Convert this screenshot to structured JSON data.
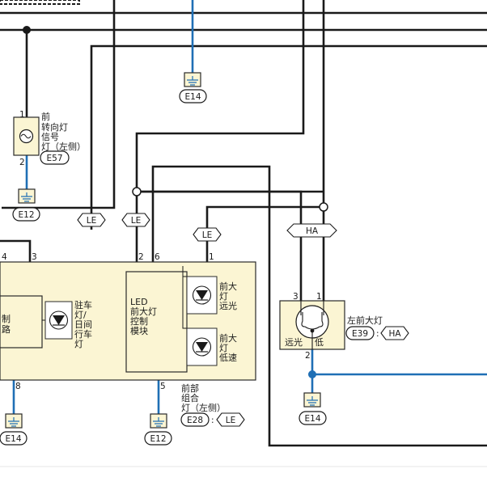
{
  "connectors": {
    "e14_top": "E14",
    "e57": "E57",
    "e12_left": "E12",
    "e14_bottom_left": "E14",
    "e12_bottom": "E12",
    "e28": "E28",
    "e39": "E39",
    "e14_right": "E14"
  },
  "tags": {
    "le1": "LE",
    "le2": "LE",
    "le3": "LE",
    "le_e28": "LE",
    "ha_wire": "HA",
    "ha_e39": "HA"
  },
  "components": {
    "turn_signal": [
      "前",
      "转向灯",
      "信号",
      "灯（左侧）"
    ],
    "parking_lamp": [
      "驻车",
      "灯/",
      "日间",
      "行车",
      "灯"
    ],
    "control_circuit": [
      "制",
      "路"
    ],
    "led_module": [
      "LED",
      "前大灯",
      "控制",
      "模块"
    ],
    "high_beam": [
      "前大",
      "灯",
      "远光"
    ],
    "low_beam": [
      "前大",
      "灯",
      "低速"
    ],
    "front_combo": [
      "前部",
      "组合",
      "灯（左侧）"
    ],
    "left_headlamp": "左前大灯",
    "bulb_high": "远光",
    "bulb_low": "低"
  },
  "pins": {
    "turn_top": "1",
    "turn_bottom": "2",
    "combo_4": "4",
    "combo_3": "3",
    "combo_2": "2",
    "combo_6": "6",
    "combo_1": "1",
    "combo_8": "8",
    "combo_5": "5",
    "headlamp_3": "3",
    "headlamp_1": "1",
    "headlamp_2": "2"
  },
  "separators": {
    "e28": ":",
    "e39": ":"
  },
  "colors": {
    "wire": "#1a1a1a",
    "ground_wire": "#1f6fb5",
    "component_fill": "#fbf5d3"
  }
}
